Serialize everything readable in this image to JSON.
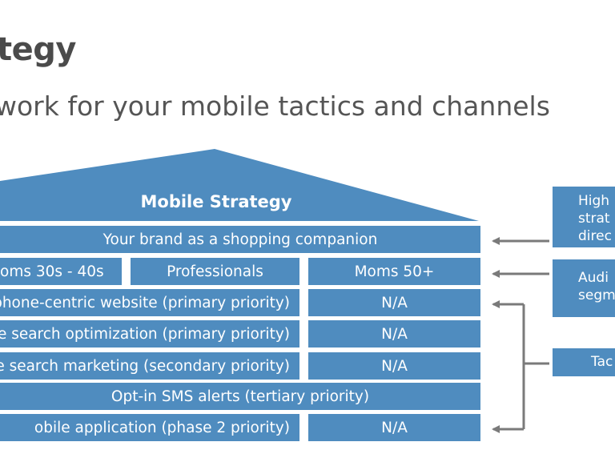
{
  "slide": {
    "title": "tegy",
    "subtitle": "work for your mobile tactics and channels"
  },
  "house": {
    "roof_label": "Mobile Strategy",
    "brand_row": "Your brand as a shopping companion",
    "segments": [
      "oms 30s - 40s",
      "Professionals",
      "Moms 50+"
    ],
    "tactics": [
      {
        "label": "phone-centric website (primary priority)",
        "na": "N/A"
      },
      {
        "label": "e search optimization (primary priority)",
        "na": "N/A"
      },
      {
        "label": "e search marketing (secondary priority)",
        "na": "N/A"
      },
      {
        "label": "Opt-in SMS alerts (tertiary priority)"
      },
      {
        "label": "obile application (phase 2 priority)",
        "na": "N/A"
      }
    ]
  },
  "legend": {
    "high_level": [
      "High",
      "strat",
      "direc"
    ],
    "audience": [
      "Audi",
      "segm"
    ],
    "tactics": [
      "Tac"
    ]
  },
  "colors": {
    "box": "#4f8cbf",
    "arrow": "#7a7a7a",
    "text": "#ffffff"
  }
}
